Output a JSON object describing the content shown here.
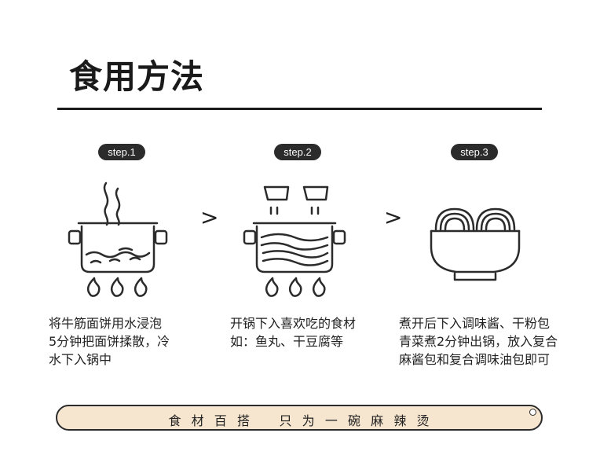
{
  "title": "食用方法",
  "steps": [
    {
      "label": "step.1",
      "text": "将牛筋面饼用水浸泡\n5分钟把面饼揉散，冷\n水下入锅中"
    },
    {
      "label": "step.2",
      "text": "开锅下入喜欢吃的食材\n如：鱼丸、干豆腐等"
    },
    {
      "label": "step.3",
      "text": "煮开后下入调味酱、干粉包\n青菜煮2分钟出锅，放入复合\n麻酱包和复合调味油包即可"
    }
  ],
  "arrows": [
    ">",
    ">"
  ],
  "banner": "食  材  百  搭      只  为  一  碗  麻  辣  烫",
  "colors": {
    "banner_bg": "#f6e6cf",
    "ink": "#2b2b2b"
  }
}
